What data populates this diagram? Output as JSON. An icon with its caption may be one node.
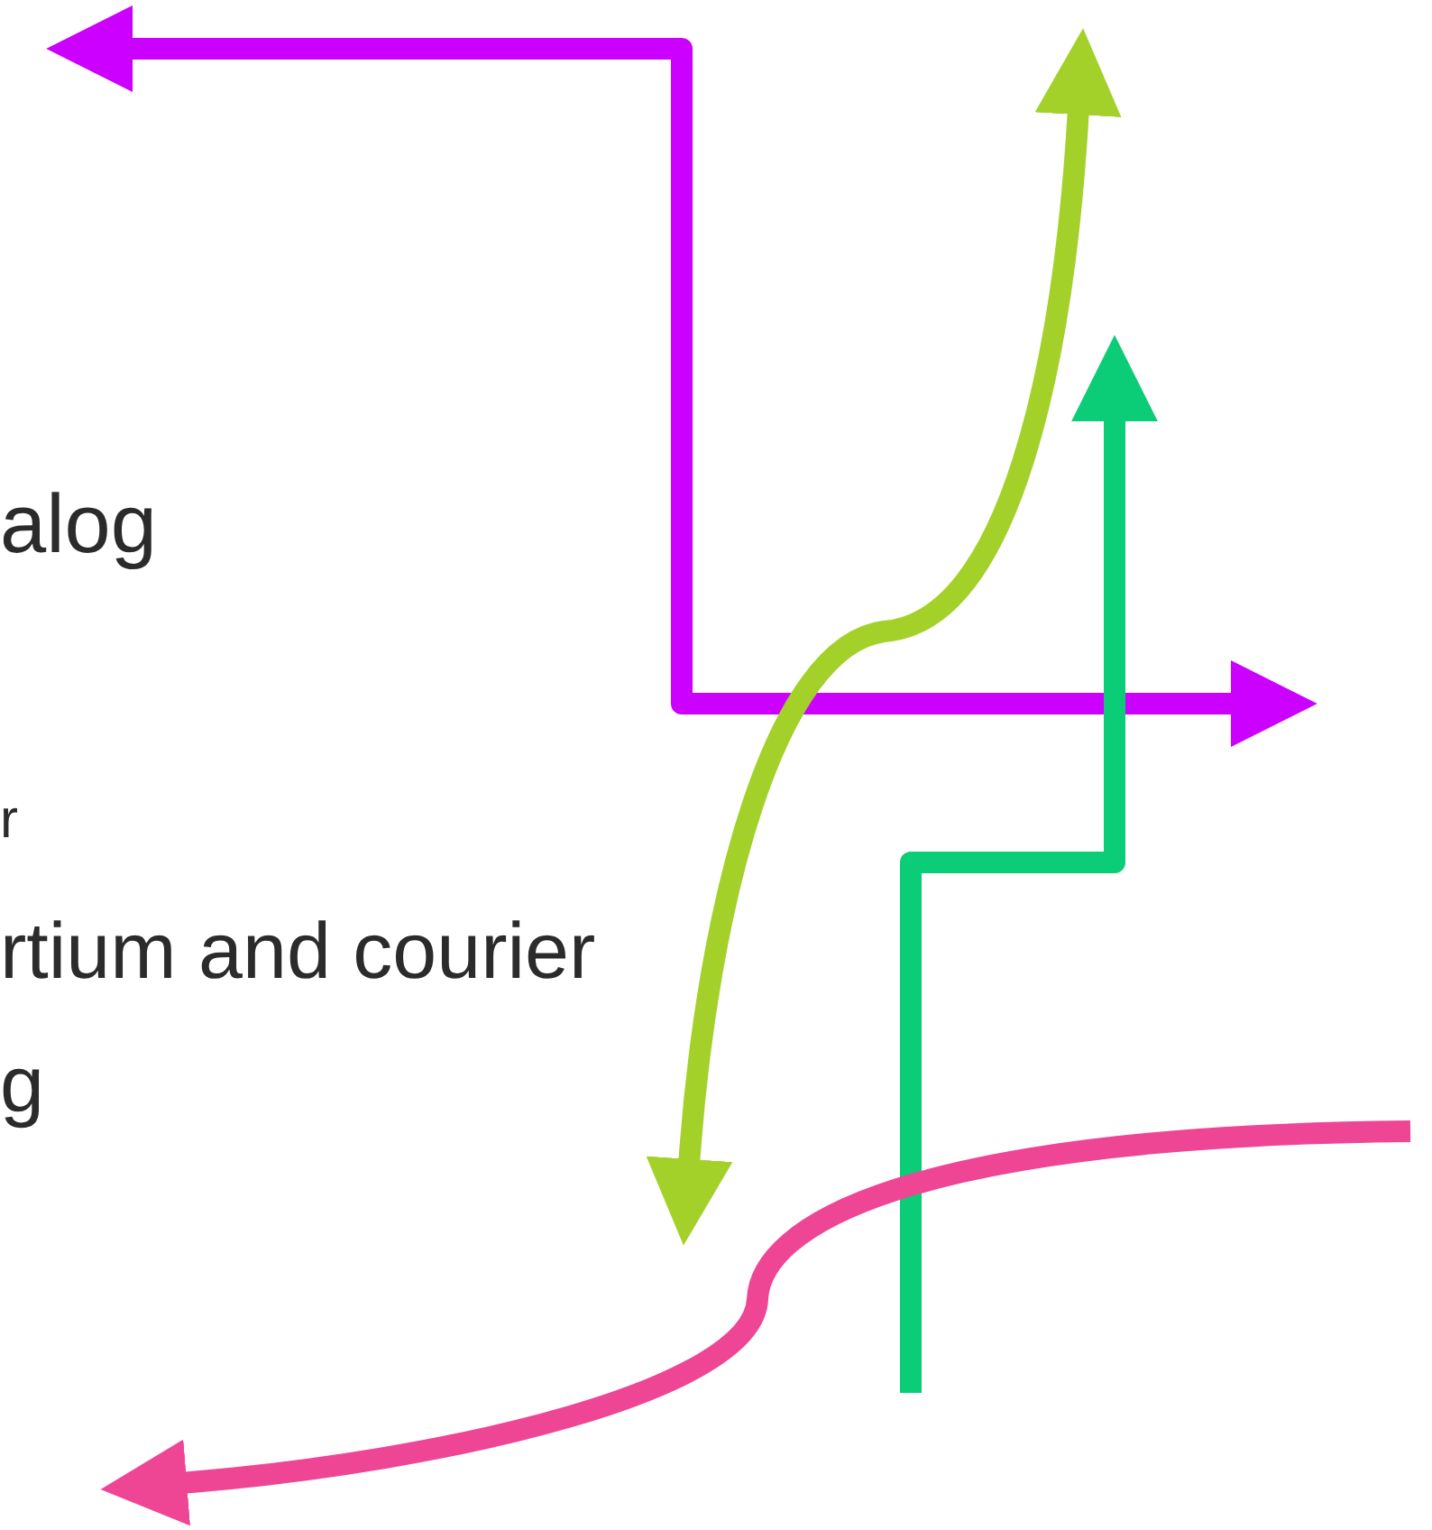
{
  "diagram": {
    "labels": [
      "alog",
      "r",
      "rtium and courier",
      "g"
    ]
  }
}
